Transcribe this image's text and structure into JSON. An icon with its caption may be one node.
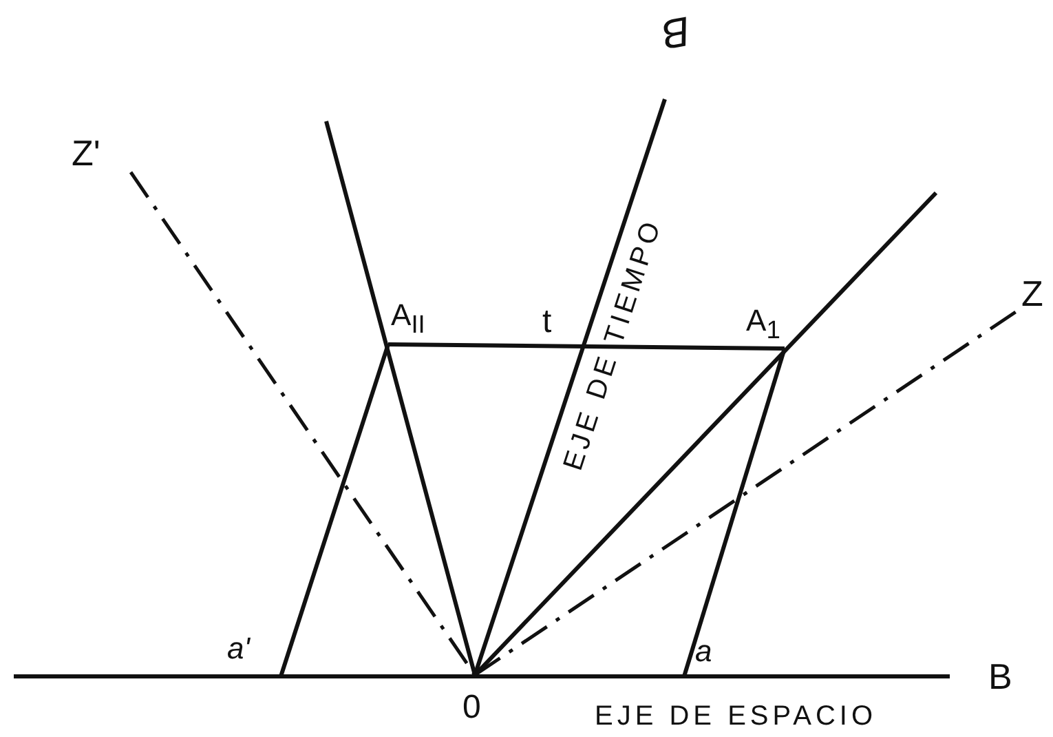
{
  "diagram": {
    "labels": [
      "B",
      "Z'",
      "Z",
      "A$_{II}$",
      "t",
      "A$_{1}$",
      "EJE DE TIEMPO",
      "a'",
      "a",
      "B",
      "0",
      "EJE DE ESPACIO"
    ]
  }
}
